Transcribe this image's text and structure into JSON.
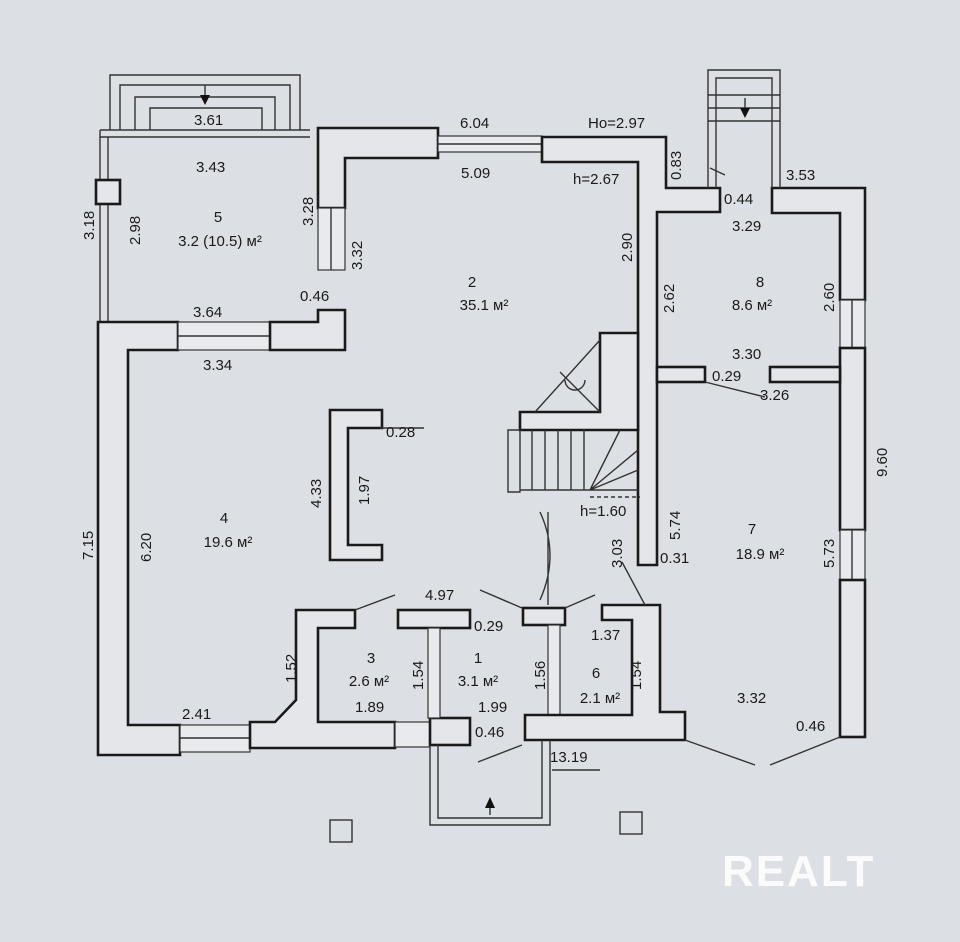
{
  "title": "Floor plan",
  "rooms": [
    {
      "number": "1",
      "area": "3.1 м²"
    },
    {
      "number": "2",
      "area": "35.1 м²"
    },
    {
      "number": "3",
      "area": "2.6 м²"
    },
    {
      "number": "4",
      "area": "19.6 м²"
    },
    {
      "number": "5",
      "area": "3.2 (10.5) м²"
    },
    {
      "number": "6",
      "area": "2.1 м²"
    },
    {
      "number": "7",
      "area": "18.9 м²"
    },
    {
      "number": "8",
      "area": "8.6 м²"
    }
  ],
  "heights": {
    "ho": "Ho=2.97",
    "h_main": "h=2.67",
    "h_stair": "h=1.60"
  },
  "dims": {
    "d361": "3.61",
    "d604": "6.04",
    "d083": "0.83",
    "d353": "3.53",
    "d343": "3.43",
    "d509": "5.09",
    "d044": "0.44",
    "d329": "3.29",
    "d318": "3.18",
    "d298": "2.98",
    "d328": "3.28",
    "d332a": "3.32",
    "d290": "2.90",
    "d262": "2.62",
    "d260": "2.60",
    "d046a": "0.46",
    "d364": "3.64",
    "d334": "3.34",
    "d330": "3.30",
    "d029a": "0.29",
    "d326": "3.26",
    "d028": "0.28",
    "d960": "9.60",
    "d433": "4.33",
    "d197": "1.97",
    "d715": "7.15",
    "d620": "6.20",
    "d574": "5.74",
    "d031": "0.31",
    "d573": "5.73",
    "d303": "3.03",
    "d497": "4.97",
    "d029b": "0.29",
    "d152": "1.52",
    "d154a": "1.54",
    "d156": "1.56",
    "d137": "1.37",
    "d154b": "1.54",
    "d332b": "3.32",
    "d189": "1.89",
    "d199": "1.99",
    "d241": "2.41",
    "d046b": "0.46",
    "d1319": "13.19",
    "d046c": "0.46"
  },
  "watermark": "REALT"
}
